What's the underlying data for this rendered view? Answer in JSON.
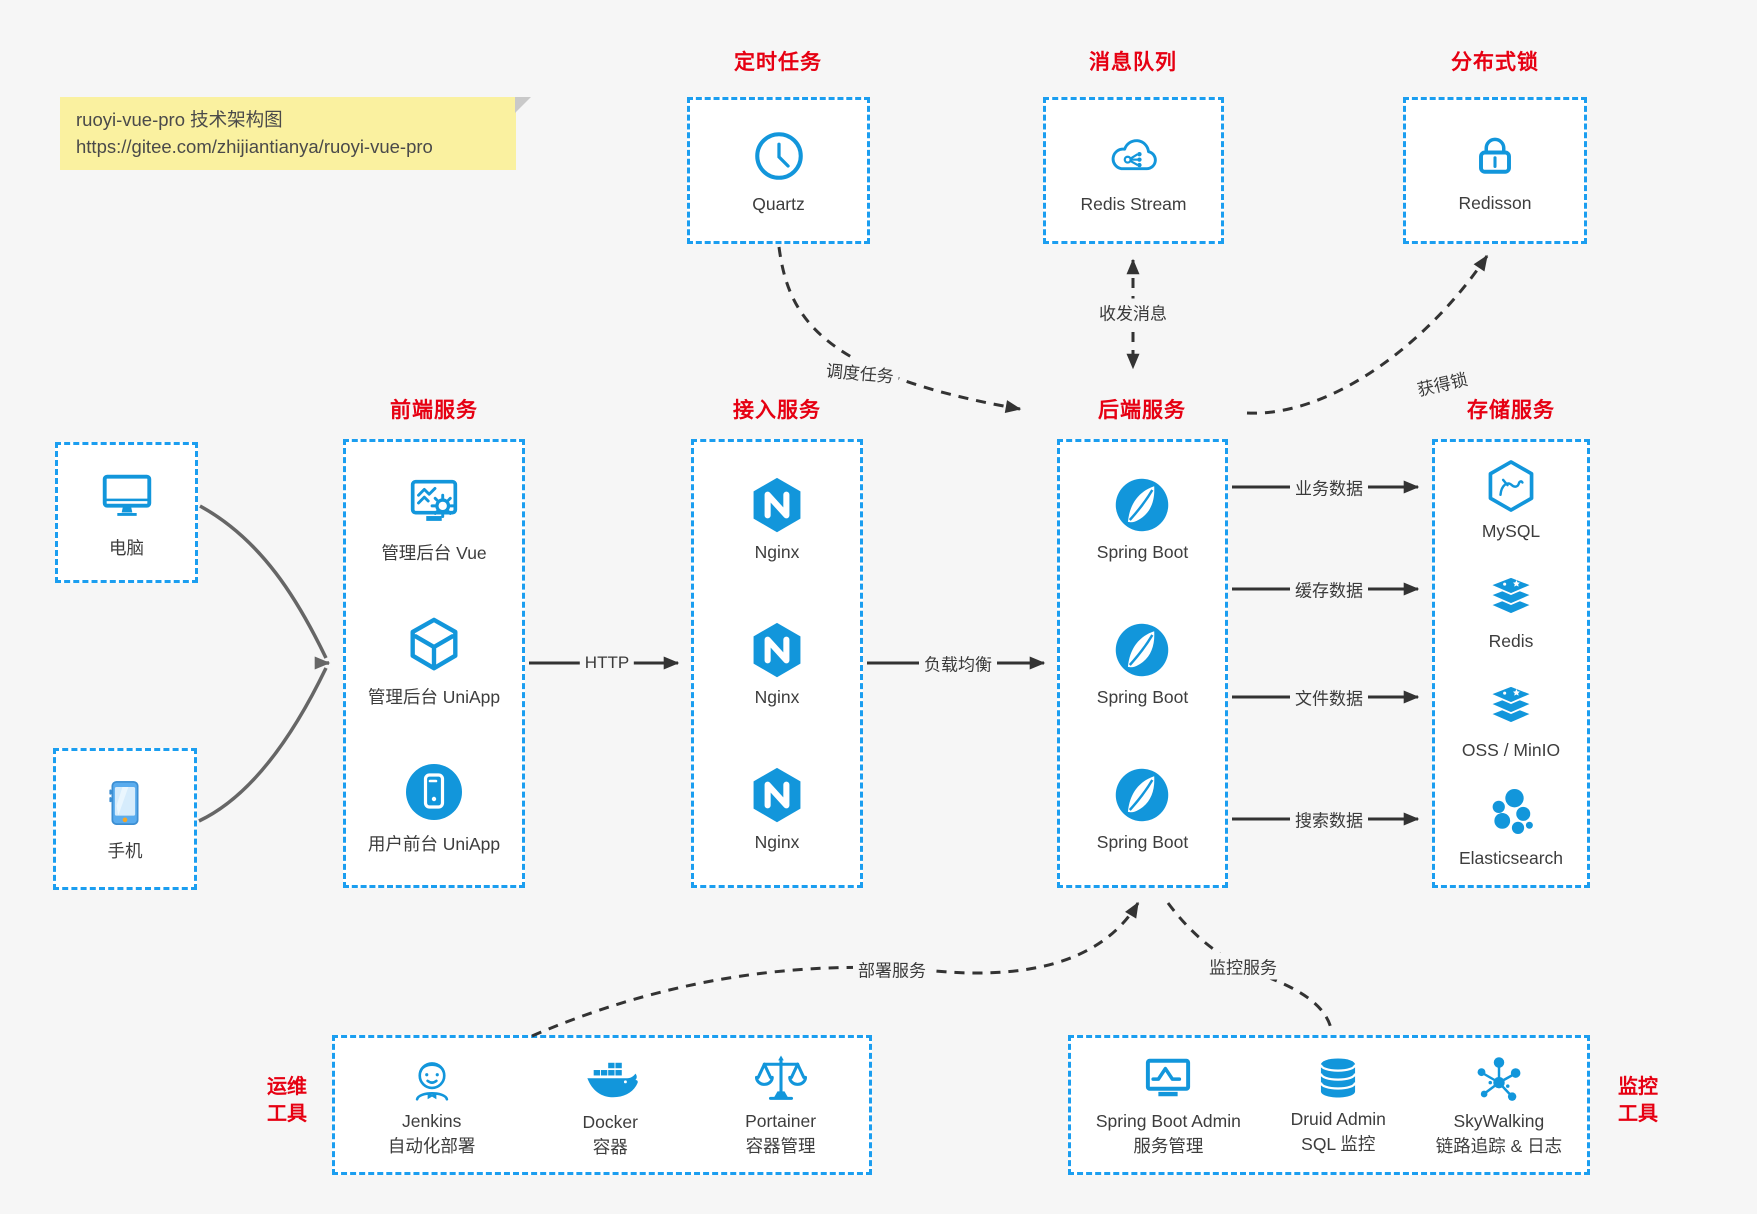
{
  "colors": {
    "accent_border": "#1b9ef0",
    "accent_icon": "#1296db",
    "title_red": "#e60012",
    "arrow_black": "#333333",
    "arrow_gray": "#666666",
    "note_bg": "#faf1a0",
    "page_bg": "#f6f6f6"
  },
  "note": {
    "line1": "ruoyi-vue-pro 技术架构图",
    "line2": "https://gitee.com/zhijiantianya/ruoyi-vue-pro"
  },
  "top_services": [
    {
      "title": "定时任务",
      "label": "Quartz",
      "icon": "clock-icon"
    },
    {
      "title": "消息队列",
      "label": "Redis Stream",
      "icon": "cloud-mq-icon"
    },
    {
      "title": "分布式锁",
      "label": "Redisson",
      "icon": "lock-icon"
    }
  ],
  "clients": [
    {
      "label": "电脑",
      "icon": "computer-icon"
    },
    {
      "label": "手机",
      "icon": "phone-icon"
    }
  ],
  "frontend": {
    "title": "前端服务",
    "items": [
      "管理后台 Vue",
      "管理后台 UniApp",
      "用户前台 UniApp"
    ]
  },
  "gateway": {
    "title": "接入服务",
    "items": [
      "Nginx",
      "Nginx",
      "Nginx"
    ]
  },
  "backend": {
    "title": "后端服务",
    "items": [
      "Spring Boot",
      "Spring Boot",
      "Spring Boot"
    ]
  },
  "storage": {
    "title": "存储服务",
    "items": [
      "MySQL",
      "Redis",
      "OSS / MinIO",
      "Elasticsearch"
    ]
  },
  "edges": {
    "schedule": "调度任务",
    "mq": "收发消息",
    "lock": "获得锁",
    "http": "HTTP",
    "lb": "负载均衡",
    "data": [
      "业务数据",
      "缓存数据",
      "文件数据",
      "搜索数据"
    ],
    "deploy": "部署服务",
    "monitor": "监控服务"
  },
  "ops": {
    "label_line1": "运维",
    "label_line2": "工具",
    "items": [
      {
        "name": "Jenkins",
        "desc": "自动化部署"
      },
      {
        "name": "Docker",
        "desc": "容器"
      },
      {
        "name": "Portainer",
        "desc": "容器管理"
      }
    ]
  },
  "monitoring": {
    "label_line1": "监控",
    "label_line2": "工具",
    "items": [
      {
        "name": "Spring Boot Admin",
        "desc": "服务管理"
      },
      {
        "name": "Druid Admin",
        "desc": "SQL 监控"
      },
      {
        "name": "SkyWalking",
        "desc": "链路追踪 & 日志"
      }
    ]
  }
}
